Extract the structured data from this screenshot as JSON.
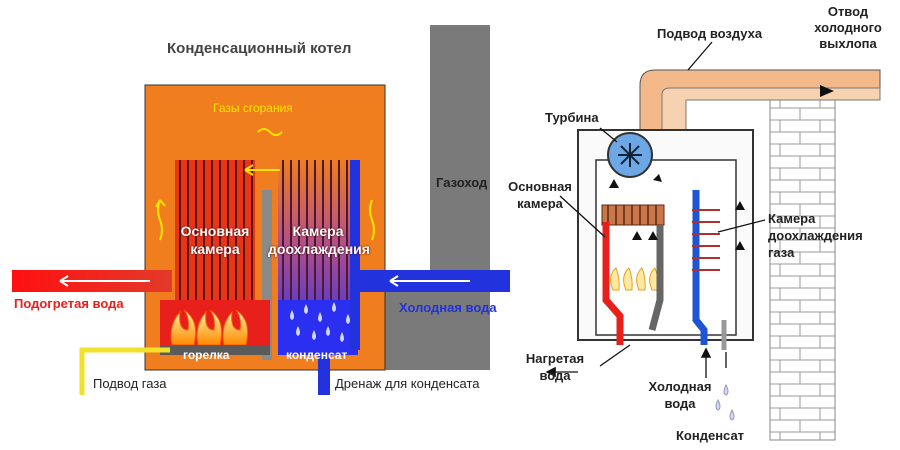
{
  "left": {
    "title": "Конденсационный котел",
    "combustion_gases": "Газы сгорания",
    "flue": "Газоход",
    "main_chamber_line1": "Основная",
    "main_chamber_line2": "камера",
    "post_cool_line1": "Камера",
    "post_cool_line2": "доохлаждения",
    "heated_water": "Подогретая вода",
    "cold_water": "Холодная вода",
    "burner": "горелка",
    "condensate": "конденсат",
    "gas_supply": "Подвод газа",
    "condensate_drain": "Дренаж для конденсата"
  },
  "right": {
    "air_supply": "Подвод воздуха",
    "exhaust_line1": "Отвод",
    "exhaust_line2": "холодного",
    "exhaust_line3": "выхлопа",
    "turbine": "Турбина",
    "main_chamber_line1": "Основная",
    "main_chamber_line2": "камера",
    "post_cool_line1": "Камера",
    "post_cool_line2": "доохлаждения",
    "post_cool_line3": "газа",
    "heated_water_line1": "Нагретая",
    "heated_water_line2": "вода",
    "cold_water_line1": "Холодная",
    "cold_water_line2": "вода",
    "condensate": "Конденсат"
  },
  "colors": {
    "boiler_orange": "#f07d1e",
    "hot_red": "#e8201c",
    "cold_blue": "#2233dd",
    "flue_grey": "#7a7a7a",
    "gas_yellow": "#f2e12a",
    "air_tan": "#f3b98a"
  }
}
